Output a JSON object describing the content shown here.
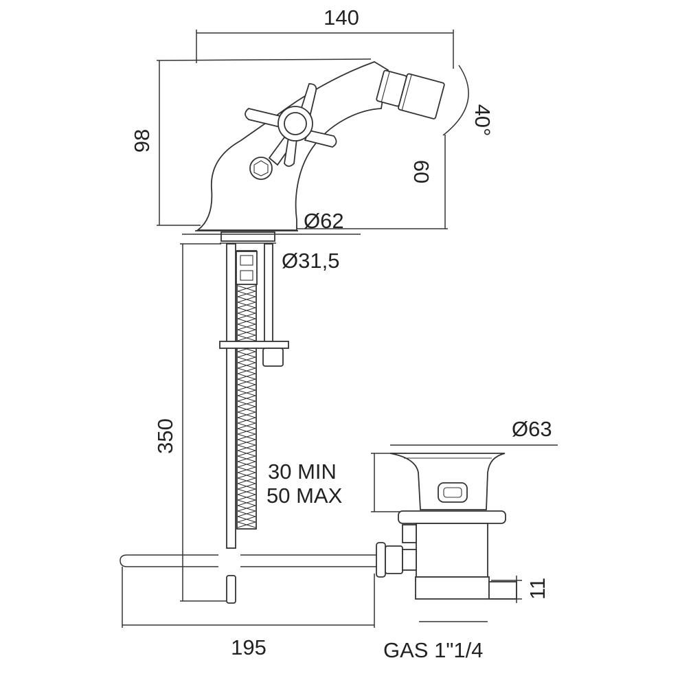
{
  "dimensions": {
    "width_top": "140",
    "height_left": "98",
    "height_right": "60",
    "angle": "40°",
    "base_diameter": "Ø62",
    "shank_diameter": "Ø31,5",
    "hose_length": "350",
    "counter_min": "30 MIN",
    "counter_max": "50 MAX",
    "waste_diameter": "Ø63",
    "waste_offset": "11",
    "depth": "195",
    "thread": "GAS 1\"1/4"
  },
  "colors": {
    "line": "#333333",
    "text": "#222222",
    "background": "#ffffff"
  }
}
